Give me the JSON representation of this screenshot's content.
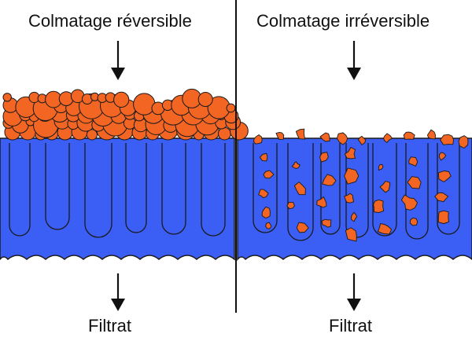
{
  "labels": {
    "reversible": "Colmatage réversible",
    "irreversible": "Colmatage irréversible",
    "filtrate_left": "Filtrat",
    "filtrate_right": "Filtrat"
  },
  "colors": {
    "membrane": "#3b5ef5",
    "particle": "#f26522",
    "outline": "#1a1a1a",
    "background": "#ffffff"
  },
  "icons": [
    "arrow-down-icon",
    "arrow-down-icon",
    "arrow-down-icon",
    "arrow-down-icon"
  ]
}
